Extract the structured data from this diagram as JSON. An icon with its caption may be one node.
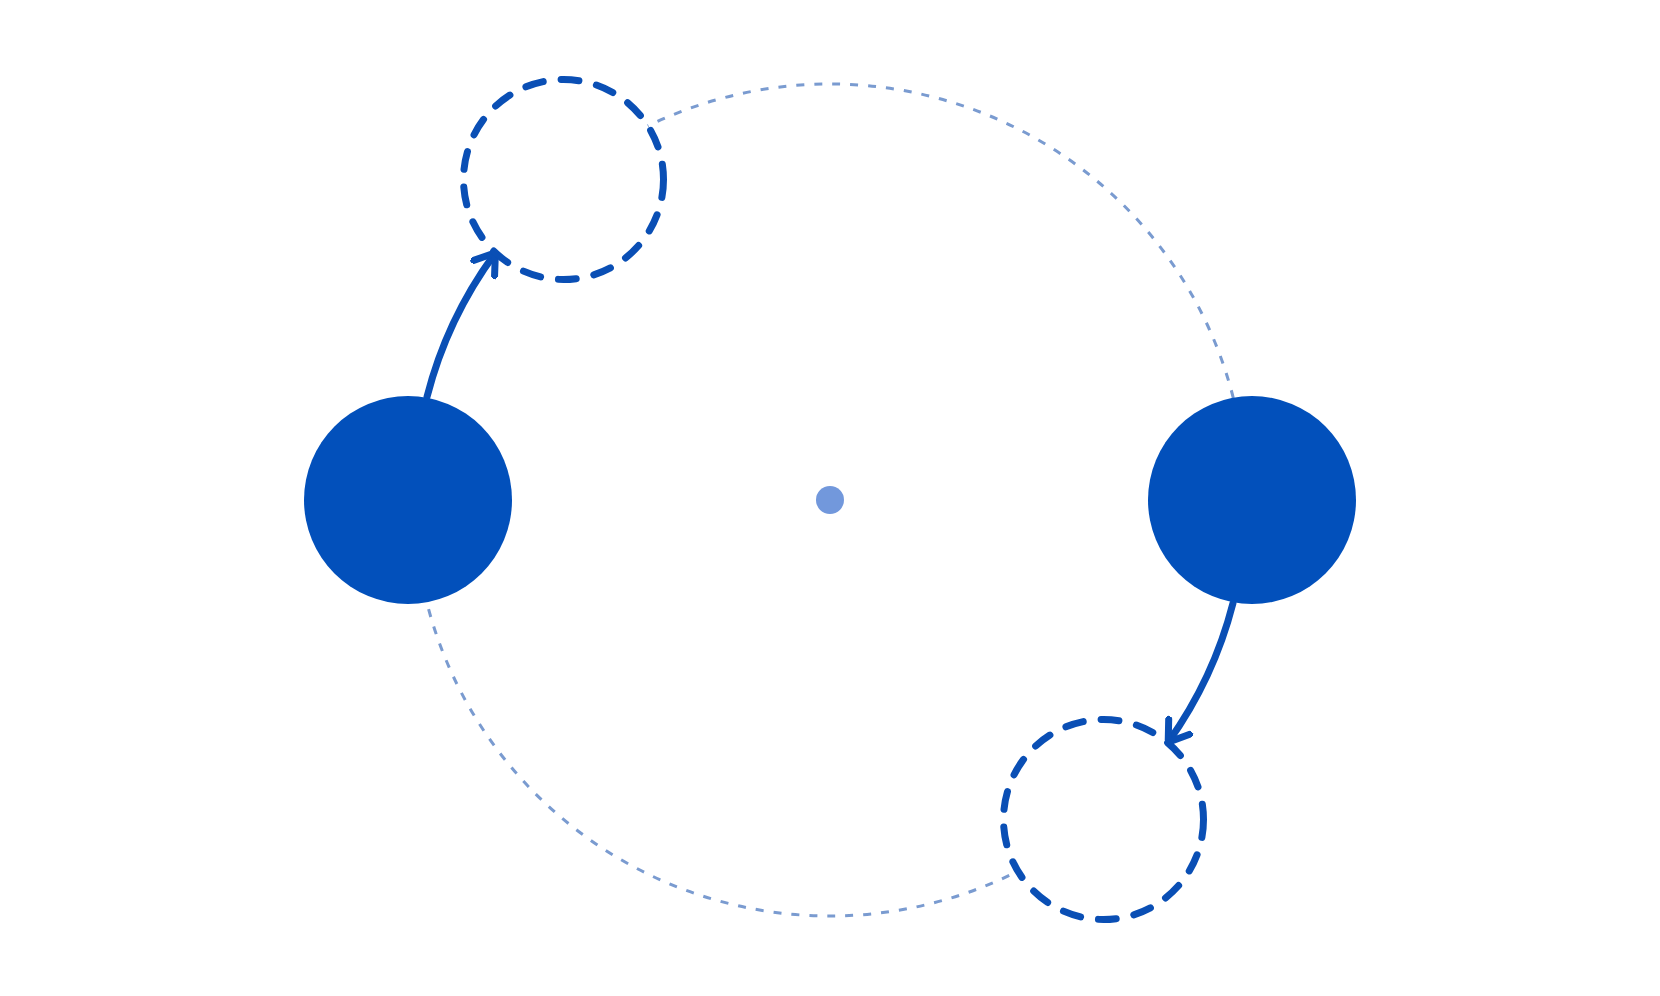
{
  "diagram": {
    "nodes": [
      {
        "text": [],
        "shape": "circle"
      },
      {
        "text": [],
        "shape": "circle"
      },
      {
        "text": [],
        "shape": "circle"
      },
      {
        "text": [],
        "shape": "circle"
      }
    ],
    "edges": [
      {
        "from": 0,
        "to": 1,
        "arrow": "to"
      },
      {
        "from": 3,
        "to": 2,
        "arrow": "to"
      }
    ]
  }
}
